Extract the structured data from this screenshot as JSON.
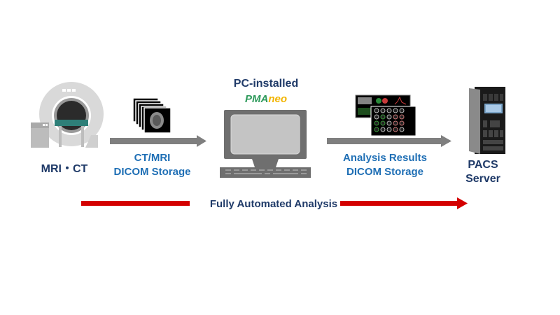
{
  "nodes": {
    "scanner": {
      "label": "MRI・CT",
      "icon": "mri-ct-scanner-icon"
    },
    "dicom_in": {
      "label_line1": "CT/MRI",
      "label_line2": "DICOM Storage",
      "icon": "dicom-image-stack-icon"
    },
    "pc": {
      "title": "PC-installed",
      "product_part1": "PMA",
      "product_part2": "neo",
      "icon": "desktop-computer-icon"
    },
    "results": {
      "label_line1": "Analysis Results",
      "label_line2": "DICOM Storage",
      "icon": "analysis-results-screens-icon"
    },
    "pacs": {
      "label_line1": "PACS",
      "label_line2": "Server",
      "icon": "server-rack-icon"
    }
  },
  "flow": {
    "label": "Fully Automated Analysis"
  },
  "colors": {
    "dark_text": "#1f3a68",
    "blue_text": "#1f6fb5",
    "product_green": "#2e9a5b",
    "product_yellow": "#f2b400",
    "gray_arrow": "#7f7f7f",
    "red_arrow": "#d40000"
  }
}
